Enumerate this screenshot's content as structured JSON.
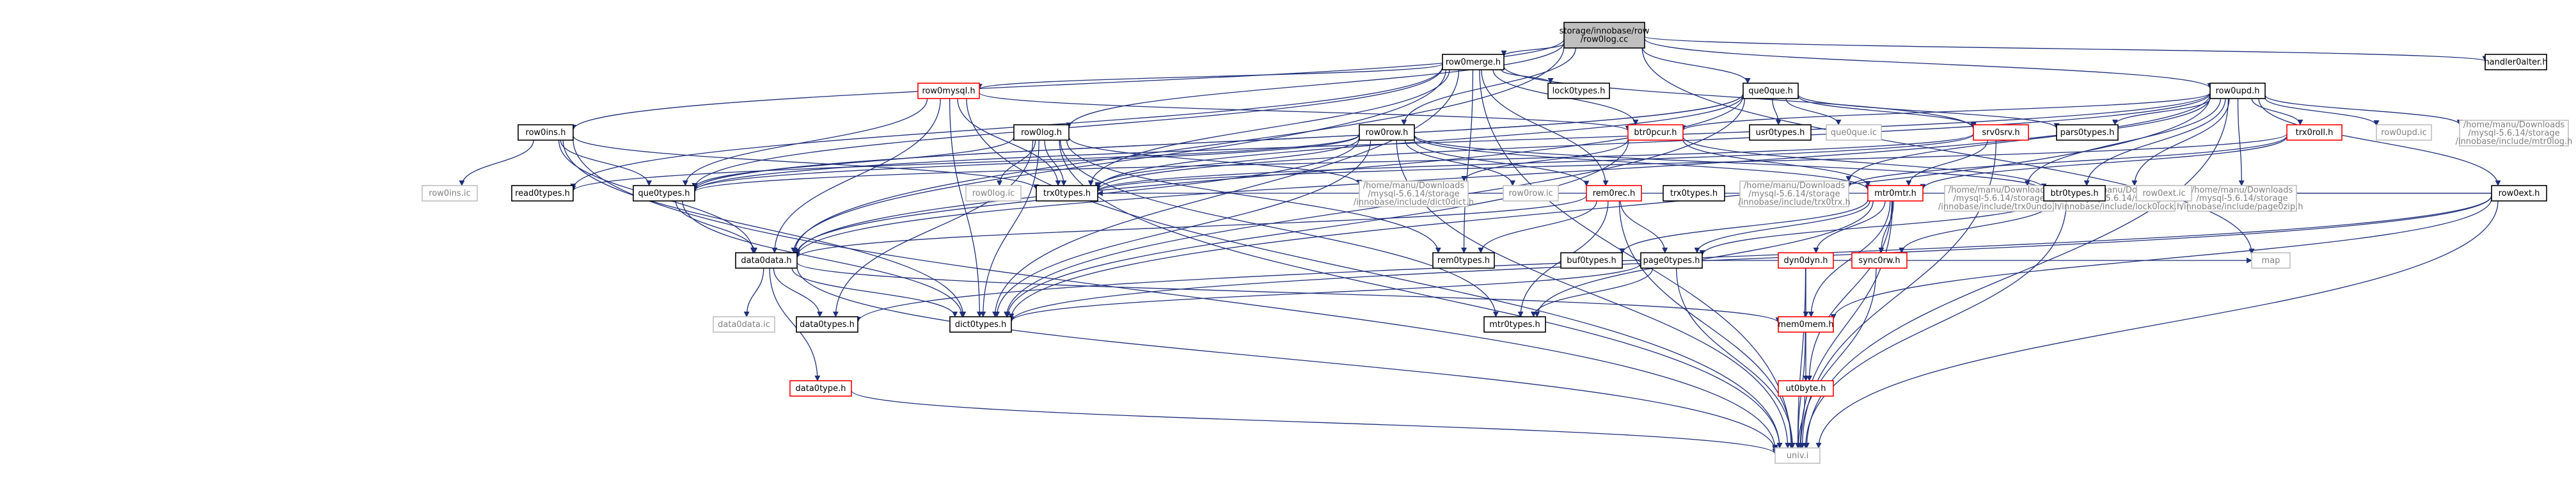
{
  "colors": {
    "edge": "#1f2f7a",
    "box_border": "#000000",
    "red_border": "#ff0000",
    "grey_border": "#bfbfbf",
    "grey_text": "#808080",
    "root_fill": "#bfbfbf"
  },
  "nodes": [
    {
      "id": "root",
      "lines": [
        "storage/innobase/row",
        "/row0log.cc"
      ],
      "style": "root"
    },
    {
      "id": "row0merge_h",
      "lines": [
        "row0merge.h"
      ],
      "style": "normal"
    },
    {
      "id": "handler0alter_h",
      "lines": [
        "handler0alter.h"
      ],
      "style": "normal"
    },
    {
      "id": "row0mysql_h",
      "lines": [
        "row0mysql.h"
      ],
      "style": "red"
    },
    {
      "id": "lock0types_h",
      "lines": [
        "lock0types.h"
      ],
      "style": "normal"
    },
    {
      "id": "que0que_h",
      "lines": [
        "que0que.h"
      ],
      "style": "normal"
    },
    {
      "id": "row0upd_h",
      "lines": [
        "row0upd.h"
      ],
      "style": "normal"
    },
    {
      "id": "row0ins_h",
      "lines": [
        "row0ins.h"
      ],
      "style": "normal"
    },
    {
      "id": "row0log_h",
      "lines": [
        "row0log.h"
      ],
      "style": "normal"
    },
    {
      "id": "row0row_h",
      "lines": [
        "row0row.h"
      ],
      "style": "normal"
    },
    {
      "id": "btr0pcur_h",
      "lines": [
        "btr0pcur.h"
      ],
      "style": "red"
    },
    {
      "id": "srv0srv_h",
      "lines": [
        "srv0srv.h"
      ],
      "style": "red"
    },
    {
      "id": "usr0types_h",
      "lines": [
        "usr0types.h"
      ],
      "style": "normal"
    },
    {
      "id": "que0que_ic",
      "lines": [
        "que0que.ic"
      ],
      "style": "grey"
    },
    {
      "id": "pars0types_h",
      "lines": [
        "pars0types.h"
      ],
      "style": "normal"
    },
    {
      "id": "trx0rollh",
      "lines": [
        "trx0roll.h"
      ],
      "style": "red"
    },
    {
      "id": "row0upd_ic",
      "lines": [
        "row0upd.ic"
      ],
      "style": "grey"
    },
    {
      "id": "hm_mtr0log",
      "lines": [
        "/home/manu/Downloads",
        "/mysql-5.6.14/storage",
        "/innobase/include/mtr0log.h"
      ],
      "style": "grey"
    },
    {
      "id": "hm_trx0undo",
      "lines": [
        "/home/manu/Downloads",
        "/mysql-5.6.14/storage",
        "/innobase/include/trx0undo.h"
      ],
      "style": "grey"
    },
    {
      "id": "hm_lock0lock",
      "lines": [
        "/home/manu/Downloads",
        "/mysql-5.6.14/storage",
        "/innobase/include/lock0lock.h"
      ],
      "style": "grey"
    },
    {
      "id": "hm_page0zip",
      "lines": [
        "/home/manu/Downloads",
        "/mysql-5.6.14/storage",
        "/innobase/include/page0zip.h"
      ],
      "style": "grey"
    },
    {
      "id": "row0ext_h",
      "lines": [
        "row0ext.h"
      ],
      "style": "normal"
    },
    {
      "id": "row0ins_ic",
      "lines": [
        "row0ins.ic"
      ],
      "style": "grey"
    },
    {
      "id": "read0types_h",
      "lines": [
        "read0types.h"
      ],
      "style": "normal"
    },
    {
      "id": "que0types_h",
      "lines": [
        "que0types.h"
      ],
      "style": "normal"
    },
    {
      "id": "row0log_ic",
      "lines": [
        "row0log.ic"
      ],
      "style": "grey"
    },
    {
      "id": "trx0types_h",
      "lines": [
        "trx0types.h"
      ],
      "style": "normal"
    },
    {
      "id": "hm_dict0dict",
      "lines": [
        "/home/manu/Downloads",
        "/mysql-5.6.14/storage",
        "/innobase/include/dict0dict.h"
      ],
      "style": "grey"
    },
    {
      "id": "row0row_ic",
      "lines": [
        "row0row.ic"
      ],
      "style": "grey"
    },
    {
      "id": "rem0rec_h",
      "lines": [
        "rem0rec.h"
      ],
      "style": "red"
    },
    {
      "id": "trx0types2",
      "lines": [
        "trx0types.h"
      ],
      "style": "normal"
    },
    {
      "id": "hm_trx0trx",
      "lines": [
        "/home/manu/Downloads",
        "/mysql-5.6.14/storage",
        "/innobase/include/trx0trx.h"
      ],
      "style": "grey"
    },
    {
      "id": "mtr0mtr_h",
      "lines": [
        "mtr0mtr.h"
      ],
      "style": "red"
    },
    {
      "id": "btr0types_h",
      "lines": [
        "btr0types.h"
      ],
      "style": "normal"
    },
    {
      "id": "row0ext_ic",
      "lines": [
        "row0ext.ic"
      ],
      "style": "grey"
    },
    {
      "id": "data0data_h",
      "lines": [
        "data0data.h"
      ],
      "style": "normal"
    },
    {
      "id": "rem0types_h",
      "lines": [
        "rem0types.h"
      ],
      "style": "normal"
    },
    {
      "id": "buf0types_h",
      "lines": [
        "buf0types.h"
      ],
      "style": "normal"
    },
    {
      "id": "page0types_h",
      "lines": [
        "page0types.h"
      ],
      "style": "normal"
    },
    {
      "id": "dyn0dyn_h",
      "lines": [
        "dyn0dyn.h"
      ],
      "style": "red"
    },
    {
      "id": "sync0rw_h",
      "lines": [
        "sync0rw.h"
      ],
      "style": "red"
    },
    {
      "id": "map",
      "lines": [
        "map"
      ],
      "style": "grey"
    },
    {
      "id": "data0data_ic",
      "lines": [
        "data0data.ic"
      ],
      "style": "grey"
    },
    {
      "id": "data0types_h",
      "lines": [
        "data0types.h"
      ],
      "style": "normal"
    },
    {
      "id": "dict0types_h",
      "lines": [
        "dict0types.h"
      ],
      "style": "normal"
    },
    {
      "id": "mtr0types_h",
      "lines": [
        "mtr0types.h"
      ],
      "style": "normal"
    },
    {
      "id": "mem0mem_h",
      "lines": [
        "mem0mem.h"
      ],
      "style": "red"
    },
    {
      "id": "ut0byte_h",
      "lines": [
        "ut0byte.h"
      ],
      "style": "red"
    },
    {
      "id": "data0type_h",
      "lines": [
        "data0type.h"
      ],
      "style": "red"
    },
    {
      "id": "univ_i",
      "lines": [
        "univ.i"
      ],
      "style": "grey"
    }
  ],
  "edges": [
    [
      "root",
      "row0merge_h"
    ],
    [
      "root",
      "handler0alter_h"
    ],
    [
      "root",
      "que0que_h"
    ],
    [
      "root",
      "row0upd_h"
    ],
    [
      "root",
      "row0ins_h"
    ],
    [
      "root",
      "row0log_h"
    ],
    [
      "root",
      "row0row_h"
    ],
    [
      "root",
      "data0data_h"
    ],
    [
      "root",
      "map"
    ],
    [
      "row0merge_h",
      "row0mysql_h"
    ],
    [
      "row0merge_h",
      "lock0types_h"
    ],
    [
      "row0merge_h",
      "srv0srv_h"
    ],
    [
      "row0merge_h",
      "btr0pcur_h"
    ],
    [
      "row0merge_h",
      "trx0types_h"
    ],
    [
      "row0merge_h",
      "read0types_h"
    ],
    [
      "row0merge_h",
      "que0types_h"
    ],
    [
      "row0merge_h",
      "data0data_h"
    ],
    [
      "row0merge_h",
      "dict0types_h"
    ],
    [
      "row0merge_h",
      "rem0types_h"
    ],
    [
      "row0merge_h",
      "univ_i"
    ],
    [
      "row0merge_h",
      "rem0rec_h"
    ],
    [
      "row0mysql_h",
      "que0types_h"
    ],
    [
      "row0mysql_h",
      "data0data_h"
    ],
    [
      "row0mysql_h",
      "btr0pcur_h"
    ],
    [
      "row0mysql_h",
      "dict0types_h"
    ],
    [
      "row0mysql_h",
      "trx0types_h"
    ],
    [
      "row0mysql_h",
      "univ_i"
    ],
    [
      "que0que_h",
      "usr0types_h"
    ],
    [
      "que0que_h",
      "que0que_ic"
    ],
    [
      "que0que_h",
      "pars0types_h"
    ],
    [
      "que0que_h",
      "srv0srv_h"
    ],
    [
      "que0que_h",
      "que0types_h"
    ],
    [
      "que0que_h",
      "trx0types_h"
    ],
    [
      "que0que_h",
      "data0data_h"
    ],
    [
      "que0que_h",
      "dict0types_h"
    ],
    [
      "que0que_h",
      "row0types_h_stub"
    ],
    [
      "row0upd_h",
      "trx0rollh"
    ],
    [
      "row0upd_h",
      "row0upd_ic"
    ],
    [
      "row0upd_h",
      "hm_mtr0log"
    ],
    [
      "row0upd_h",
      "hm_trx0undo"
    ],
    [
      "row0upd_h",
      "hm_lock0lock"
    ],
    [
      "row0upd_h",
      "hm_page0zip"
    ],
    [
      "row0upd_h",
      "row0ext_h"
    ],
    [
      "row0upd_h",
      "pars0types_h"
    ],
    [
      "row0upd_h",
      "btr0pcur_h"
    ],
    [
      "row0upd_h",
      "btr0types_h"
    ],
    [
      "row0upd_h",
      "que0types_h"
    ],
    [
      "row0upd_h",
      "trx0types_h"
    ],
    [
      "row0upd_h",
      "dict0types_h"
    ],
    [
      "row0upd_h",
      "univ_i"
    ],
    [
      "row0upd_h",
      "data0data_h"
    ],
    [
      "row0upd_h",
      "hm_trx0trx"
    ],
    [
      "row0ins_h",
      "row0ins_ic"
    ],
    [
      "row0ins_h",
      "que0types_h"
    ],
    [
      "row0ins_h",
      "data0data_h"
    ],
    [
      "row0ins_h",
      "trx0types_h"
    ],
    [
      "row0ins_h",
      "dict0types_h"
    ],
    [
      "row0ins_h",
      "univ_i"
    ],
    [
      "row0log_h",
      "row0log_ic"
    ],
    [
      "row0log_h",
      "trx0types_h"
    ],
    [
      "row0log_h",
      "que0types_h"
    ],
    [
      "row0log_h",
      "data0types_h"
    ],
    [
      "row0log_h",
      "dict0types_h"
    ],
    [
      "row0log_h",
      "mtr0types_h"
    ],
    [
      "row0log_h",
      "rem0types_h"
    ],
    [
      "row0log_h",
      "univ_i"
    ],
    [
      "row0log_h",
      "hm_dict0dict"
    ],
    [
      "row0row_h",
      "row0row_ic"
    ],
    [
      "row0row_h",
      "que0types_h"
    ],
    [
      "row0row_h",
      "trx0types_h"
    ],
    [
      "row0row_h",
      "rem0rec_h"
    ],
    [
      "row0row_h",
      "data0data_h"
    ],
    [
      "row0row_h",
      "dict0types_h"
    ],
    [
      "row0row_h",
      "mtr0mtr_h"
    ],
    [
      "row0row_h",
      "btr0types_h"
    ],
    [
      "row0row_h",
      "univ_i"
    ],
    [
      "row0row_h",
      "read0types_h"
    ],
    [
      "btr0pcur_h",
      "hm_dict0dict"
    ],
    [
      "btr0pcur_h",
      "btr0types_h"
    ],
    [
      "btr0pcur_h",
      "mtr0mtr_h"
    ],
    [
      "btr0pcur_h",
      "dict0types_h"
    ],
    [
      "srv0srv_h",
      "que0types_h"
    ],
    [
      "srv0srv_h",
      "trx0types_h"
    ],
    [
      "srv0srv_h",
      "mtr0mtr_h"
    ],
    [
      "srv0srv_h",
      "univ_i"
    ],
    [
      "trx0rollh",
      "trx0types_h"
    ],
    [
      "trx0rollh",
      "hm_trx0trx"
    ],
    [
      "trx0rollh",
      "mtr0mtr_h"
    ],
    [
      "row0ext_h",
      "row0ext_ic"
    ],
    [
      "row0ext_h",
      "mem0mem_h"
    ],
    [
      "row0ext_h",
      "dict0types_h"
    ],
    [
      "row0ext_h",
      "univ_i"
    ],
    [
      "row0ext_h",
      "trx0types_h"
    ],
    [
      "row0ext_h",
      "data0types_h"
    ],
    [
      "rem0rec_h",
      "rem0types_h"
    ],
    [
      "rem0rec_h",
      "data0data_h"
    ],
    [
      "rem0rec_h",
      "page0types_h"
    ],
    [
      "rem0rec_h",
      "mtr0types_h"
    ],
    [
      "rem0rec_h",
      "univ_i"
    ],
    [
      "que0types_h",
      "data0data_h"
    ],
    [
      "que0types_h",
      "dict0types_h"
    ],
    [
      "mtr0mtr_h",
      "buf0types_h"
    ],
    [
      "mtr0mtr_h",
      "page0types_h"
    ],
    [
      "mtr0mtr_h",
      "dyn0dyn_h"
    ],
    [
      "mtr0mtr_h",
      "sync0rw_h"
    ],
    [
      "mtr0mtr_h",
      "mem0mem_h"
    ],
    [
      "mtr0mtr_h",
      "ut0byte_h"
    ],
    [
      "mtr0mtr_h",
      "mtr0types_h"
    ],
    [
      "mtr0mtr_h",
      "univ_i"
    ],
    [
      "btr0types_h",
      "page0types_h"
    ],
    [
      "btr0types_h",
      "sync0rw_h"
    ],
    [
      "btr0types_h",
      "univ_i"
    ],
    [
      "data0data_h",
      "data0data_ic"
    ],
    [
      "data0data_h",
      "data0types_h"
    ],
    [
      "data0data_h",
      "dict0types_h"
    ],
    [
      "data0data_h",
      "mem0mem_h"
    ],
    [
      "data0data_h",
      "data0type_h"
    ],
    [
      "data0data_h",
      "univ_i"
    ],
    [
      "page0types_h",
      "mtr0types_h"
    ],
    [
      "page0types_h",
      "map"
    ],
    [
      "page0types_h",
      "univ_i"
    ],
    [
      "page0types_h",
      "dict0types_h"
    ],
    [
      "dyn0dyn_h",
      "mem0mem_h"
    ],
    [
      "dyn0dyn_h",
      "univ_i"
    ],
    [
      "sync0rw_h",
      "univ_i"
    ],
    [
      "mem0mem_h",
      "ut0byte_h"
    ],
    [
      "mem0mem_h",
      "univ_i"
    ],
    [
      "ut0byte_h",
      "univ_i"
    ],
    [
      "data0type_h",
      "univ_i"
    ]
  ]
}
